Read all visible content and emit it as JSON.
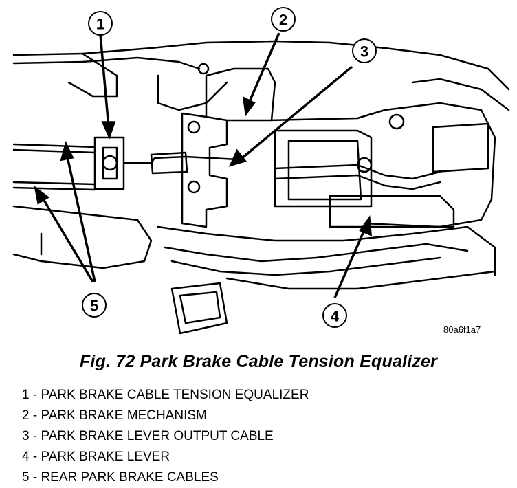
{
  "figure": {
    "image_code": "80a6f1a7",
    "callouts": [
      "1",
      "2",
      "3",
      "4",
      "5"
    ],
    "caption": "Fig. 72 Park Brake Cable Tension Equalizer",
    "legend": [
      "1 - PARK BRAKE CABLE TENSION EQUALIZER",
      "2 - PARK BRAKE MECHANISM",
      "3 - PARK BRAKE LEVER OUTPUT CABLE",
      "4 - PARK BRAKE LEVER",
      "5 - REAR PARK BRAKE CABLES"
    ]
  },
  "colors": {
    "ink": "#000000",
    "paper": "#ffffff"
  }
}
